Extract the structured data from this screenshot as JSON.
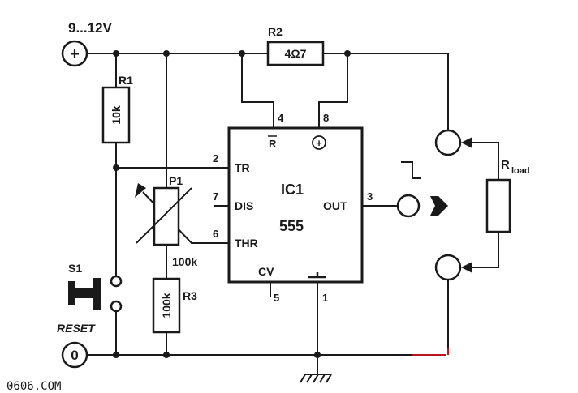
{
  "supply": {
    "voltage": "9...12V",
    "plus_symbol": "+",
    "ground_symbol": "0"
  },
  "resistors": {
    "r1": {
      "ref": "R1",
      "value": "10k"
    },
    "r2": {
      "ref": "R2",
      "value": "4Ω7"
    },
    "r3": {
      "ref": "R3",
      "value": "100k"
    }
  },
  "pot": {
    "ref": "P1",
    "value": "100k"
  },
  "switch": {
    "ref": "S1",
    "label": "RESET"
  },
  "ic": {
    "ref": "IC1",
    "part": "555",
    "pins": {
      "p2": {
        "num": "2",
        "name": "TR"
      },
      "p7": {
        "num": "7",
        "name": "DIS"
      },
      "p6": {
        "num": "6",
        "name": "THR"
      },
      "p4": {
        "num": "4",
        "name": "R"
      },
      "p8": {
        "num": "8",
        "name": "+"
      },
      "p3": {
        "num": "3",
        "name": "OUT"
      },
      "p5": {
        "num": "5",
        "name": "CV"
      },
      "p1": {
        "num": "1"
      }
    }
  },
  "load": {
    "ref": "R",
    "sub": "load"
  },
  "watermark": "0606.COM"
}
